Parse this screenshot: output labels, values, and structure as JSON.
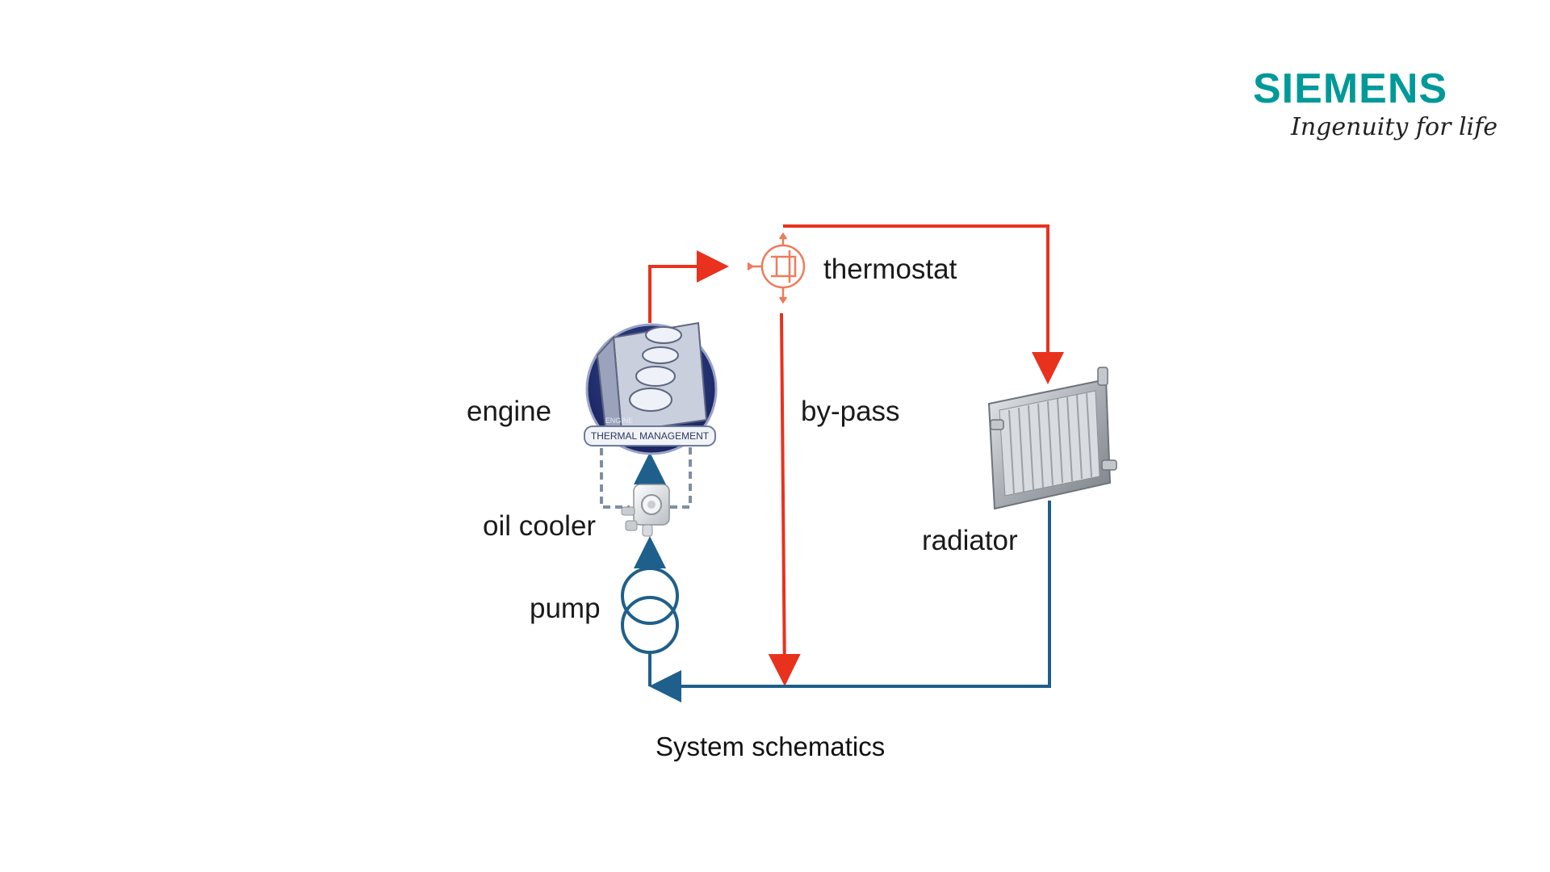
{
  "brand": {
    "name": "SIEMENS",
    "tagline": "Ingenuity for life",
    "color": "#009999"
  },
  "colors": {
    "hot_line": "#e8321e",
    "cold_line": "#1f5f8b",
    "dashed_line": "#7f8ea3"
  },
  "components": {
    "engine": {
      "label": "engine",
      "badge_small": "ENGINE",
      "badge_main": "THERMAL MANAGEMENT"
    },
    "thermostat": {
      "label": "thermostat"
    },
    "bypass": {
      "label": "by-pass"
    },
    "radiator": {
      "label": "radiator"
    },
    "oil_cooler": {
      "label": "oil cooler"
    },
    "pump": {
      "label": "pump"
    }
  },
  "caption": "System schematics"
}
